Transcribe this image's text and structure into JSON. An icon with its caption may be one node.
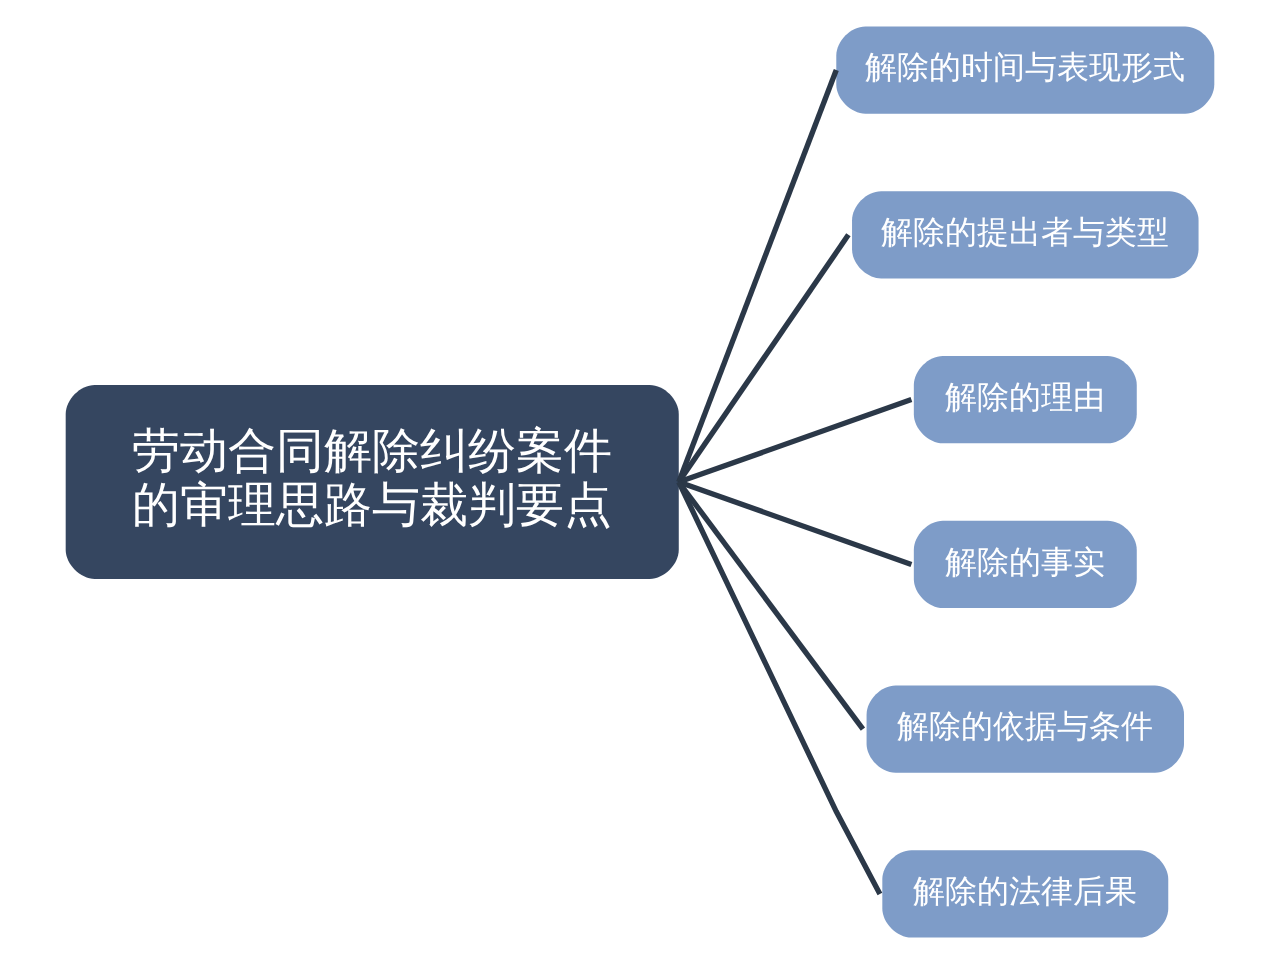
{
  "diagram": {
    "nodes": [
      {
        "text": [
          "劳动合同解除纠纷案件的审理思路与裁判要点"
        ]
      },
      {
        "text": [
          "解除的时间与表现形式"
        ]
      },
      {
        "text": [
          "解除的提出者与类型"
        ]
      },
      {
        "text": [
          "解除的理由"
        ]
      },
      {
        "text": [
          "解除的事实"
        ]
      },
      {
        "text": [
          "解除的依据与条件"
        ]
      },
      {
        "text": [
          "解除的法律后果"
        ]
      }
    ],
    "edges": [
      {
        "from": 0,
        "to": 1,
        "arrow": "none"
      },
      {
        "from": 0,
        "to": 2,
        "arrow": "none"
      },
      {
        "from": 0,
        "to": 3,
        "arrow": "none"
      },
      {
        "from": 0,
        "to": 4,
        "arrow": "none"
      },
      {
        "from": 0,
        "to": 5,
        "arrow": "none"
      },
      {
        "from": 0,
        "to": 6,
        "arrow": "none"
      }
    ]
  }
}
